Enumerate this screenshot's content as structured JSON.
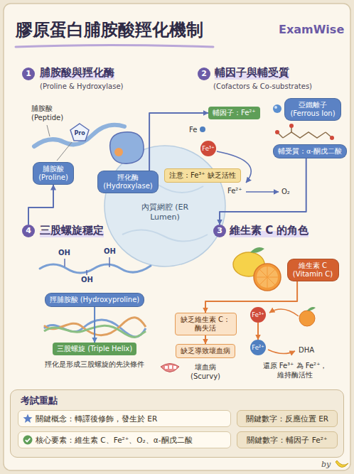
{
  "diagram": {
    "title": "膠原蛋白脯胺酸羥化機制",
    "nodes": [
      {
        "text": [
          "1"
        ]
      },
      {
        "text": [
          "脯胺酸 (Proline)"
        ]
      },
      {
        "text": [
          "羥化酶 (Hydroxylase)"
        ]
      },
      {
        "text": [
          "2"
        ]
      },
      {
        "text": [
          "輔因子：Fe²⁺"
        ]
      },
      {
        "text": [
          "亞鐵離子 (Ferrous Ion)"
        ]
      },
      {
        "text": [
          "Fe³⁺"
        ]
      },
      {
        "text": [
          "輔受質：α-酮戊二酸"
        ]
      },
      {
        "text": [
          "注意：Fe³⁺ 缺乏活性"
        ]
      },
      {
        "text": [
          "3"
        ]
      },
      {
        "text": [
          "維生素 C (Vitamin C)"
        ]
      },
      {
        "text": [
          "Fe³⁺"
        ]
      },
      {
        "text": [
          "缺乏維生素 C：酶失活"
        ]
      },
      {
        "text": [
          "Fe²⁺"
        ]
      },
      {
        "text": [
          "缺乏導致壞血病"
        ]
      },
      {
        "text": [
          "4"
        ]
      },
      {
        "text": [
          "羥脯胺酸 (Hydroxyproline)"
        ]
      },
      {
        "text": [
          "三股螺旋 (Triple Helix)"
        ]
      },
      {
        "text": [
          "考試重點"
        ]
      },
      {
        "text": [
          "關鍵概念：轉譯後修飾，發生於 ER"
        ],
        "in": 18
      },
      {
        "text": [
          "關鍵數字：反應位置 ER"
        ],
        "in": 18
      },
      {
        "text": [
          "核心要素：維生素 C、Fe²⁺、O₂、α-酮戊二酸"
        ],
        "in": 18
      },
      {
        "text": [
          "關鍵數字：輔因子 Fe²⁺"
        ],
        "in": 18
      }
    ],
    "edges": [
      {
        "from": 2,
        "to": 4,
        "arrow": "to"
      },
      {
        "from": 7,
        "to": 9,
        "arrow": "to"
      },
      {
        "from": 15,
        "to": 1,
        "arrow": "to"
      },
      {
        "from": 16,
        "to": 17,
        "arrow": "to"
      },
      {
        "from": 10,
        "to": 12,
        "arrow": "to"
      },
      {
        "from": 12,
        "to": 14,
        "arrow": "to"
      },
      {
        "from": 11,
        "to": 13,
        "arrow": "to"
      }
    ],
    "labels": [
      "ExamWise",
      "脯胺酸與羥化酶",
      "(Proline & Hydroxylase)",
      "脯胺酸 (Peptide)",
      "Pro",
      "輔因子與輔受質",
      "(Cofactors & Co-substrates)",
      "Fe",
      "Fe²⁺",
      "O₂",
      "內質網腔 (ER Lumen)",
      "維生素 C 的角色",
      "DHA",
      "還原 Fe³⁺ 為 Fe²⁺，維持酶活性",
      "壞血病 (Scurvy)",
      "三股螺旋穩定",
      "OH",
      "OH",
      "OH",
      "羥化是形成三股螺旋的先決條件",
      "by"
    ]
  }
}
